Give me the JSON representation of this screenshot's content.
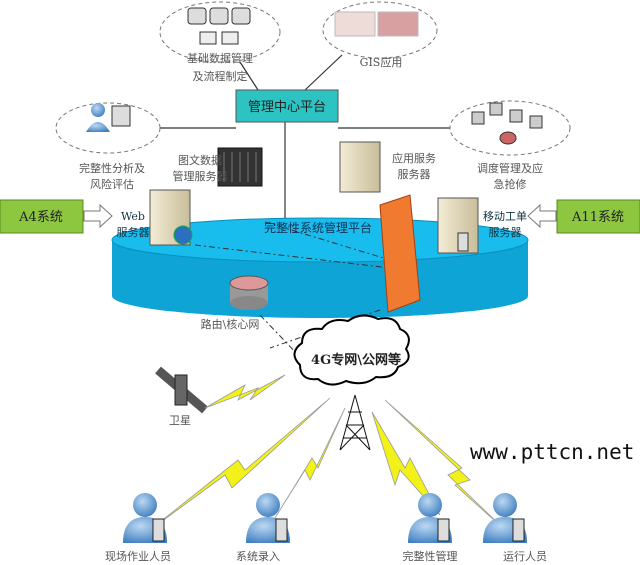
{
  "modules": {
    "basic_data": [
      "基础数据管理",
      "及流程制定"
    ],
    "gis": "GIS应用",
    "analysis": [
      "完整性分析及",
      "风险评估"
    ],
    "dispatch": [
      "调度管理及应",
      "急抢修"
    ]
  },
  "center_platform": "管理中心平台",
  "servers": {
    "graphic_data": [
      "图文数据",
      "管理服务器"
    ],
    "application": [
      "应用服务",
      "服务器"
    ],
    "web": [
      "Web",
      "服务器"
    ],
    "mobile": [
      "移动工单",
      "服务器"
    ]
  },
  "system_platform": "完整性系统管理平台",
  "external": {
    "left": "A4系统",
    "right": "A11系统"
  },
  "router": "路由\\核心网",
  "network": "4G专网\\公网等",
  "satellite": "卫星",
  "users": [
    "现场作业人员",
    "系统录入",
    "完整性管理",
    "运行人员"
  ],
  "watermark": "www.pttcn.net",
  "colors": {
    "platform": "#2ec3c3",
    "cylinder": "#12b5e5",
    "external": "#8dc63f",
    "firewall": "#f07a30",
    "signal": "#f2f21a",
    "person": "#5b9bd5"
  }
}
